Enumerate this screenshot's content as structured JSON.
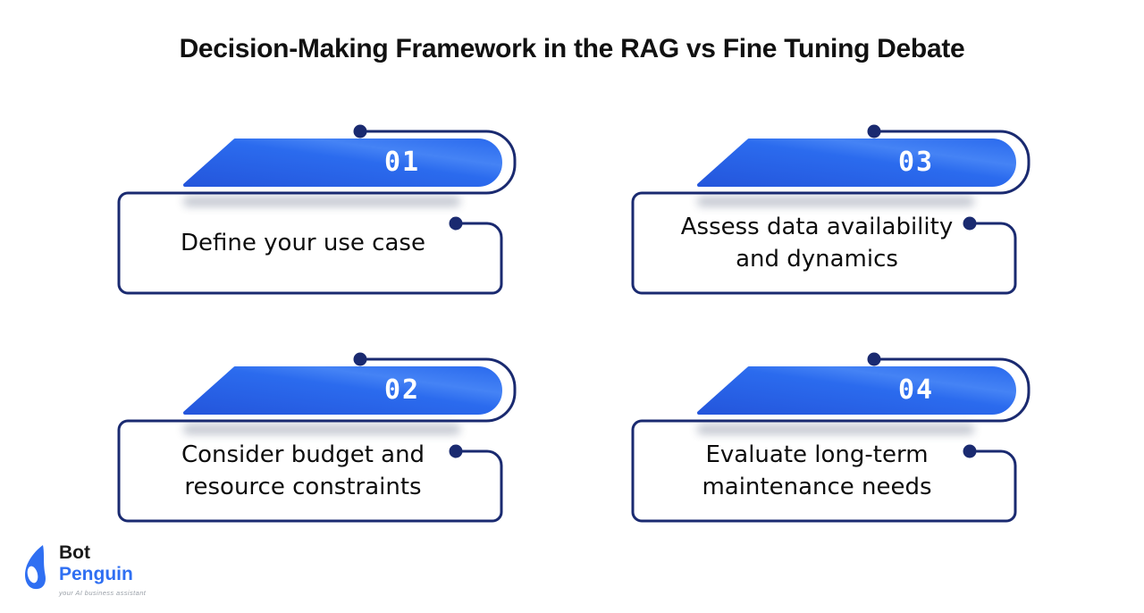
{
  "title": "Decision-Making Framework in the RAG vs Fine Tuning Debate",
  "steps": [
    {
      "number": "01",
      "lines": [
        "Define your use case"
      ]
    },
    {
      "number": "02",
      "lines": [
        "Consider budget and",
        "resource constraints"
      ]
    },
    {
      "number": "03",
      "lines": [
        "Assess data availability",
        "and dynamics"
      ]
    },
    {
      "number": "04",
      "lines": [
        "Evaluate long-term",
        "maintenance needs"
      ]
    }
  ],
  "logo": {
    "brand_top": "Bot",
    "brand_bottom": "Penguin",
    "tagline": "your AI business assistant"
  },
  "colors": {
    "navy": "#1a2a70",
    "banner-blue": "#2b6bee",
    "banner-blue-dark": "#2456dc",
    "banner-blue-light": "#4583f5",
    "text-dark": "#0d0d0d",
    "title-color": "#111111",
    "logo-blue": "#2f6ff2",
    "logo-dark": "#1a1a1a",
    "tagline-gray": "#9aa0a8"
  }
}
